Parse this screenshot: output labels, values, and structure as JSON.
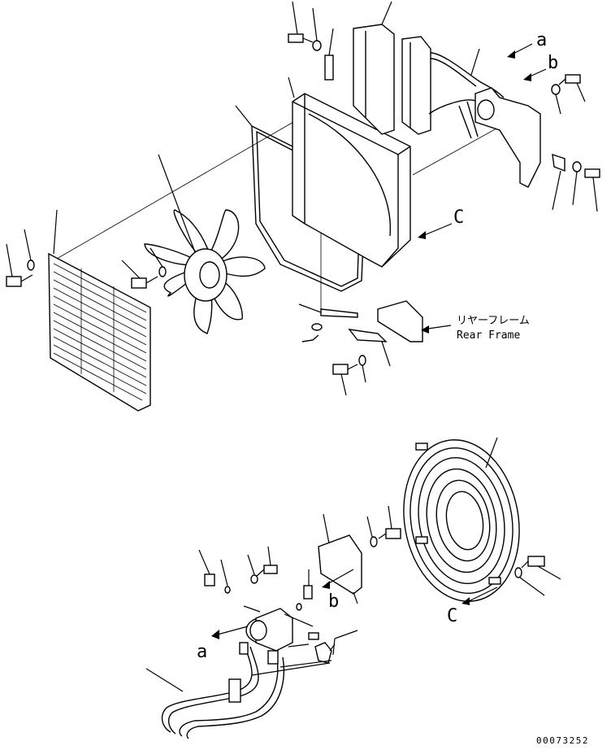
{
  "labels": {
    "ref_a_top": "a",
    "ref_b_top": "b",
    "ref_c_top": "C",
    "rear_frame_jp": "リヤーフレーム",
    "rear_frame_en": "Rear Frame",
    "ref_b_bottom": "b",
    "ref_a_bottom": "a",
    "ref_c_bottom": "C",
    "drawing_number": "00073252"
  }
}
